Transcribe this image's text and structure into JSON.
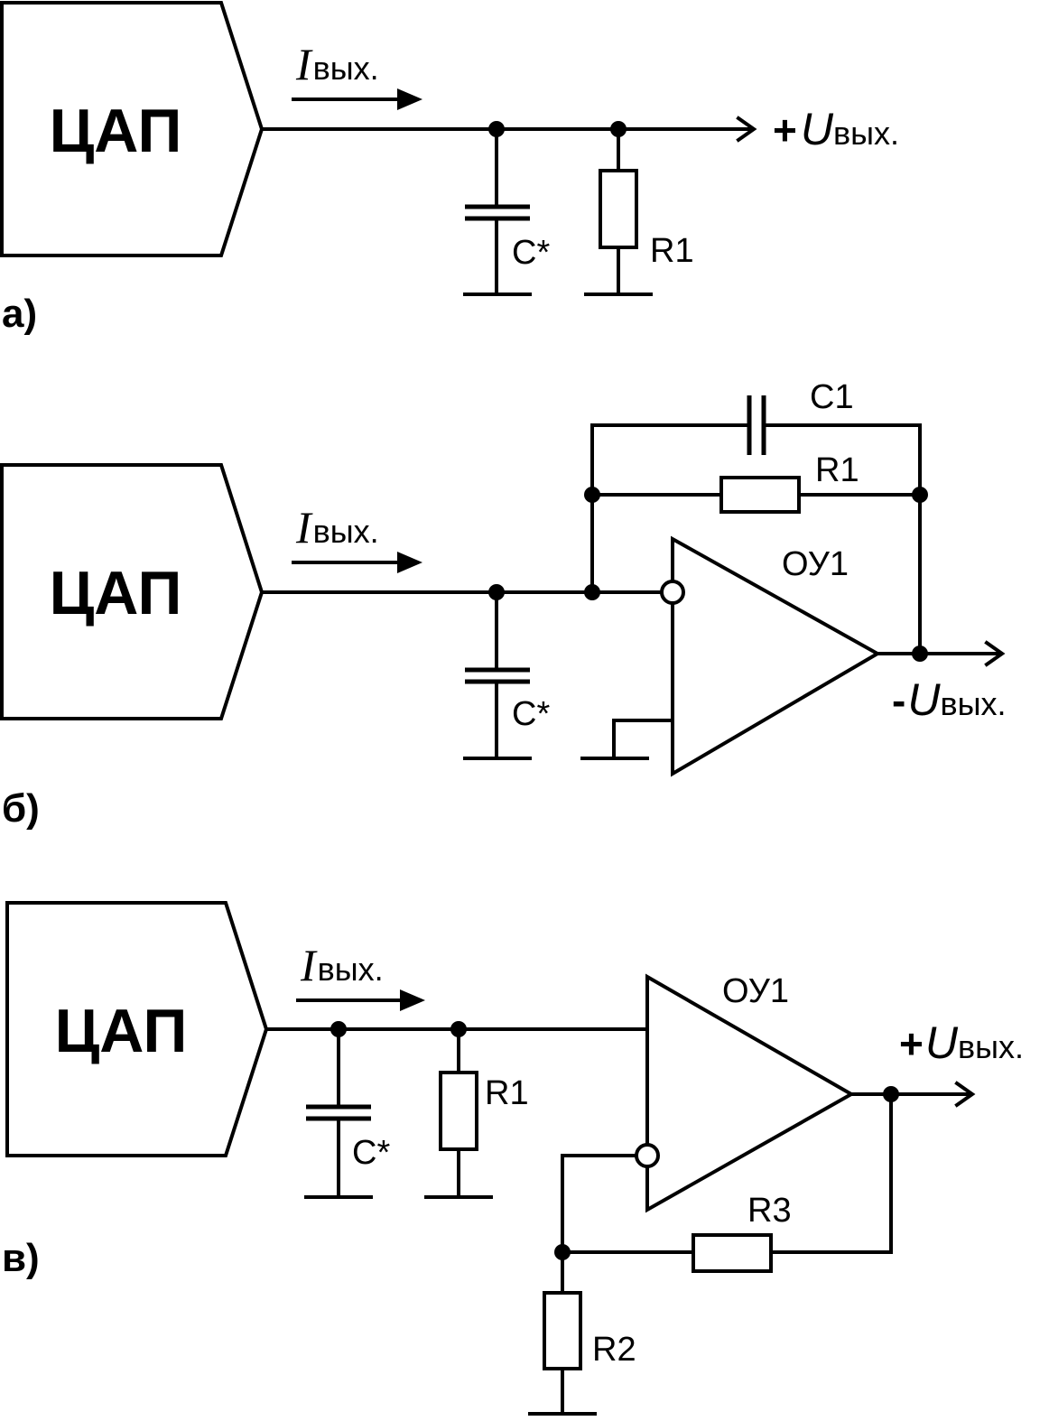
{
  "figure": {
    "a": {
      "part_label": "а)",
      "block_label": "ЦАП",
      "current": {
        "symbol": "I",
        "subscript": "вых."
      },
      "output": {
        "sign": "+",
        "symbol": "U",
        "subscript": "вых."
      },
      "capacitor_label": "C*",
      "resistor_label": "R1"
    },
    "b": {
      "part_label": "б)",
      "block_label": "ЦАП",
      "current": {
        "symbol": "I",
        "subscript": "вых."
      },
      "output": {
        "sign": "-",
        "symbol": "U",
        "subscript": "вых."
      },
      "capacitor_label": "C*",
      "feedback_capacitor_label": "C1",
      "feedback_resistor_label": "R1",
      "opamp_label": "ОУ1"
    },
    "c": {
      "part_label": "в)",
      "block_label": "ЦАП",
      "current": {
        "symbol": "I",
        "subscript": "вых."
      },
      "output": {
        "sign": "+",
        "symbol": "U",
        "subscript": "вых."
      },
      "capacitor_label": "C*",
      "resistor_label": "R1",
      "divider_bottom_label": "R2",
      "divider_top_label": "R3",
      "opamp_label": "ОУ1"
    }
  }
}
